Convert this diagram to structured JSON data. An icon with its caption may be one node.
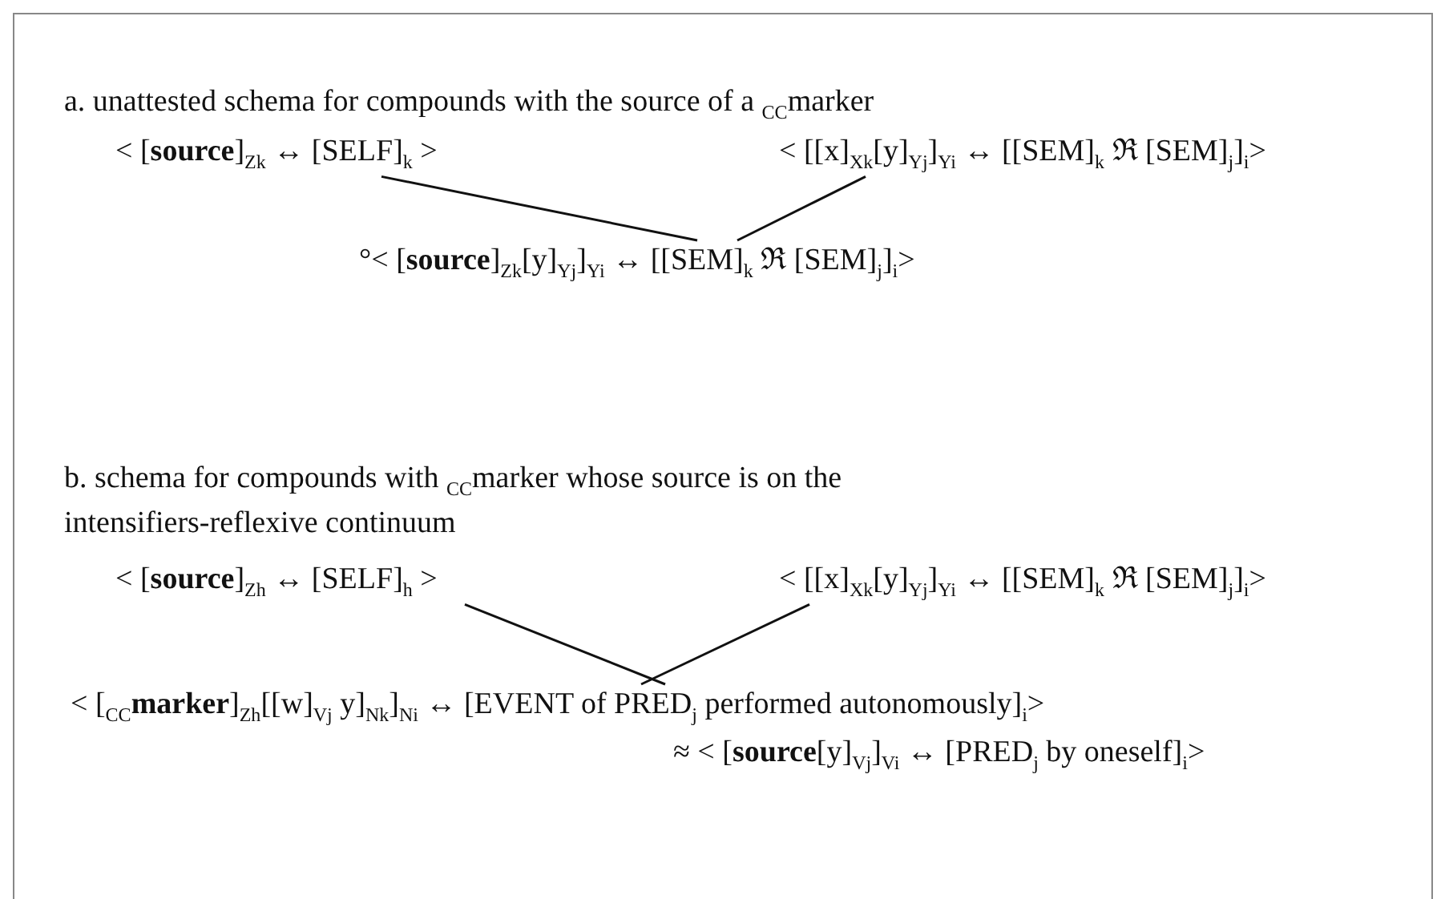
{
  "diagram": {
    "nodes": [
      {
        "text": [
          "< [**source**]$_{Zk}$ ↔ [SELF]$_{k}$ >"
        ]
      },
      {
        "text": [
          "< [[x]$_{Xk}$[y]$_{Yj}$]$_{Yi}$ ↔ [[SEM]$_{k}$ ℜ [SEM]$_{j}$]$_{i}$>"
        ]
      },
      {
        "text": [
          "°< [**source**]$_{Zk}$[y]$_{Yj}$]$_{Yi}$ ↔ [[SEM]$_{k}$ ℜ [SEM]$_{j}$]$_{i}$>"
        ]
      },
      {
        "text": [
          "< [**source**]$_{Zh}$ ↔ [SELF]$_{h}$ >"
        ]
      },
      {
        "text": [
          "< [[x]$_{Xk}$[y]$_{Yj}$]$_{Yi}$ ↔ [[SEM]$_{k}$ ℜ [SEM]$_{j}$]$_{i}$>"
        ]
      },
      {
        "text": [
          "< [$_{CC}$**marker**]$_{Zh}$[[w]$_{Vj}$ y]$_{Nk}$]$_{Ni}$ ↔ [EVENT of PRED$_{j}$ performed autonomously]$_{i}$>"
        ]
      }
    ],
    "edges": [
      {
        "from": 0,
        "to": 2,
        "arrow": "none"
      },
      {
        "from": 1,
        "to": 2,
        "arrow": "none"
      },
      {
        "from": 3,
        "to": 5,
        "arrow": "none"
      },
      {
        "from": 4,
        "to": 5,
        "arrow": "none"
      }
    ],
    "labels": [
      "a. unattested schema for compounds with the source of a $_{CC}$marker",
      "b. schema for compounds with $_{CC}$marker whose source is on the intensifiers-reflexive continuum",
      "≈ < [**source**[y]$_{Vj}$]$_{Vi}$ ↔ [PRED$_{j}$ by oneself]$_{i}$>"
    ]
  }
}
